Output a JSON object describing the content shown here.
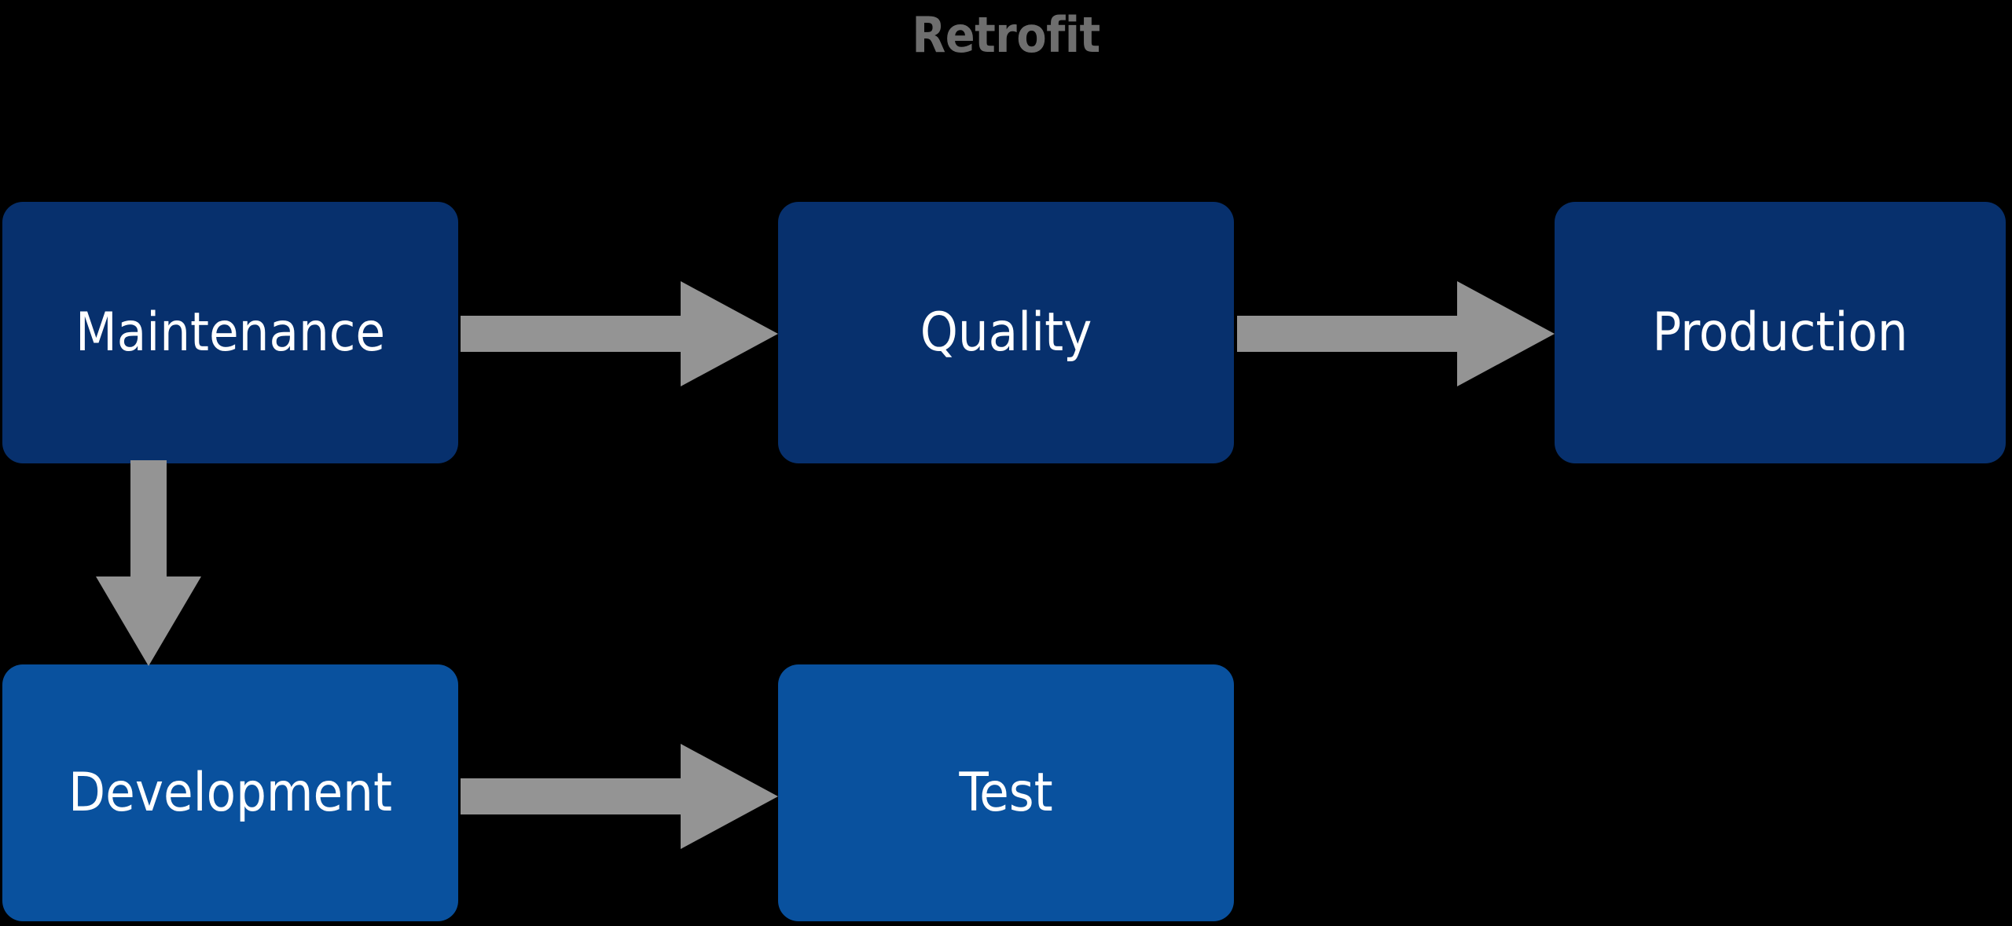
{
  "diagram": {
    "title": "Retrofit",
    "type": "flowchart",
    "background_color": "#000000",
    "title_color": "#6e6e6e",
    "arrow_color": "#949494",
    "node_text_color": "#ffffff",
    "colors": {
      "navy": "#07306d",
      "blue": "#09519e",
      "gray": "#949494"
    },
    "nodes": [
      {
        "id": "maintenance",
        "label": "Maintenance",
        "fill": "#07306d",
        "row": 1,
        "column": 1
      },
      {
        "id": "quality",
        "label": "Quality",
        "fill": "#07306d",
        "row": 1,
        "column": 2
      },
      {
        "id": "production",
        "label": "Production",
        "fill": "#07306d",
        "row": 1,
        "column": 3
      },
      {
        "id": "development",
        "label": "Development",
        "fill": "#09519e",
        "row": 2,
        "column": 1
      },
      {
        "id": "test",
        "label": "Test",
        "fill": "#09519e",
        "row": 2,
        "column": 2
      }
    ],
    "edges": [
      {
        "id": "maintenance-quality",
        "from": "Maintenance",
        "to": "Quality",
        "direction": "right",
        "color": "#949494"
      },
      {
        "id": "quality-production",
        "from": "Quality",
        "to": "Production",
        "direction": "right",
        "color": "#949494"
      },
      {
        "id": "maintenance-development",
        "from": "Maintenance",
        "to": "Development",
        "direction": "down",
        "color": "#949494"
      },
      {
        "id": "development-test",
        "from": "Development",
        "to": "Test",
        "direction": "right",
        "color": "#949494"
      }
    ]
  }
}
